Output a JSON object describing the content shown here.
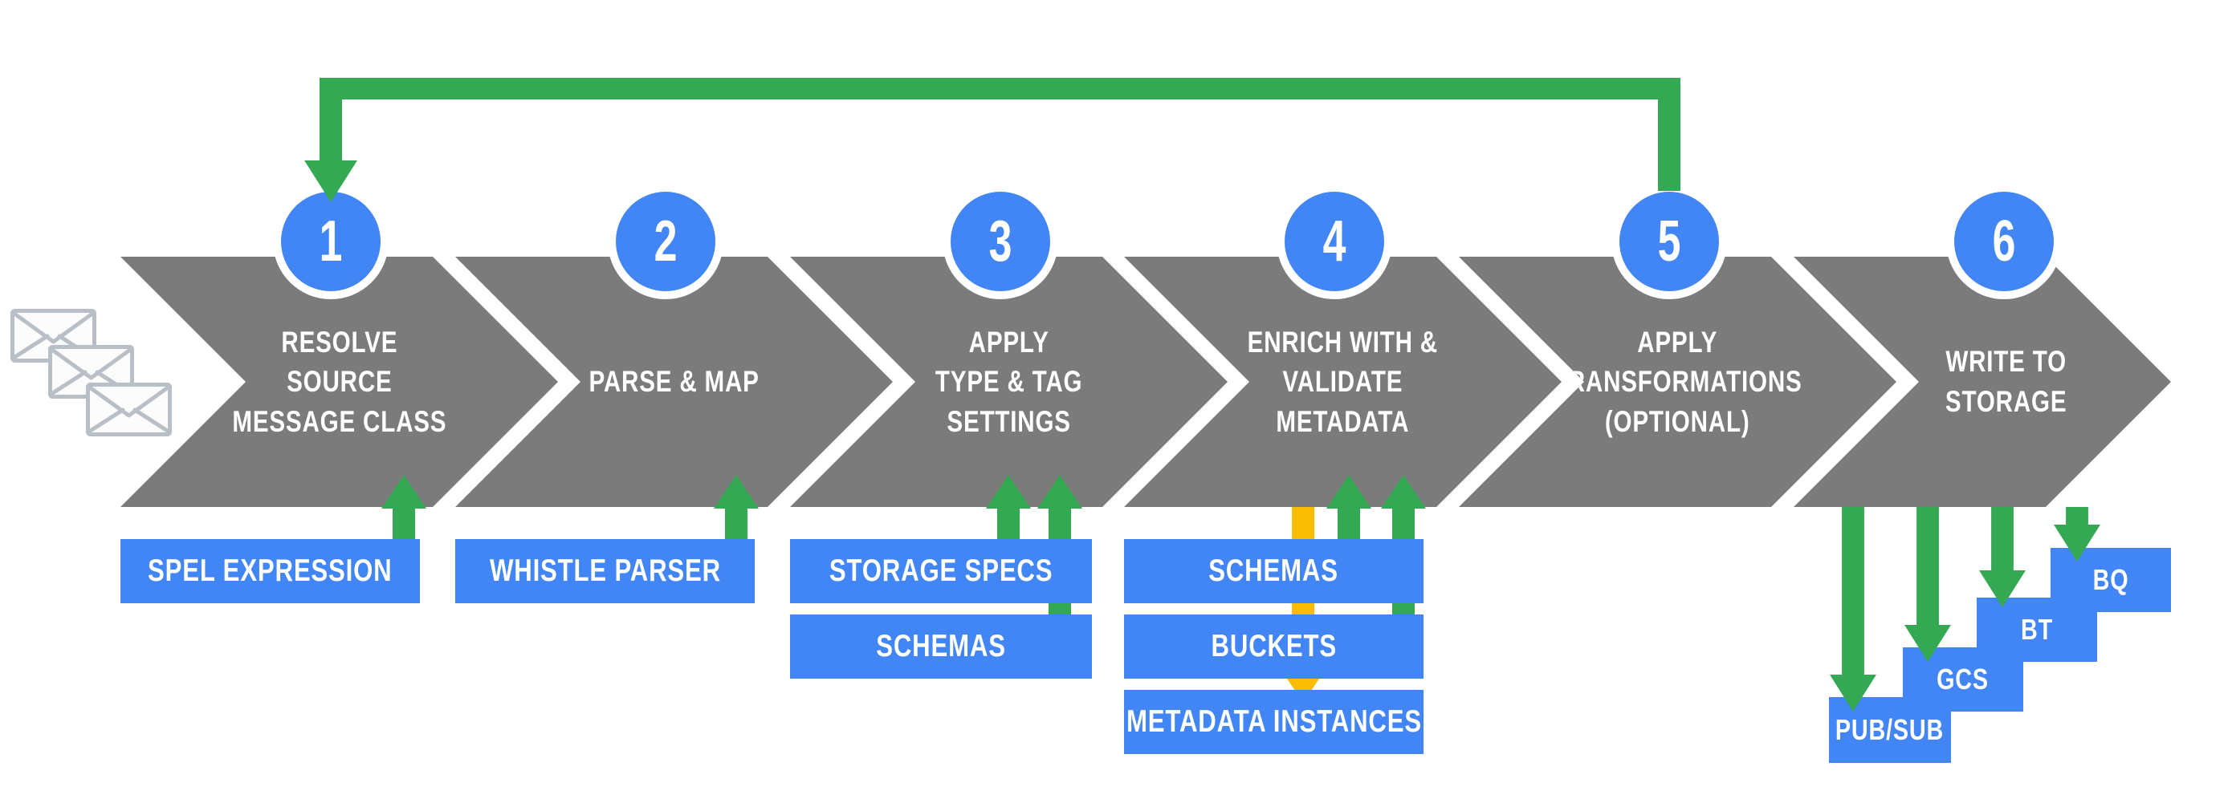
{
  "colors": {
    "gray": "#7b7b7b",
    "blue": "#4285f4",
    "green": "#34a853",
    "yellow": "#fbbc04",
    "env": "#b9bfc7"
  },
  "icons": {
    "messages": "envelopes-stack-icon"
  },
  "steps": [
    {
      "number": "1",
      "title_lines": [
        "RESOLVE",
        "SOURCE",
        "MESSAGE CLASS"
      ],
      "below_boxes": [
        "SPEL EXPRESSION"
      ]
    },
    {
      "number": "2",
      "title_lines": [
        "PARSE & MAP"
      ],
      "below_boxes": [
        "WHISTLE PARSER"
      ]
    },
    {
      "number": "3",
      "title_lines": [
        "APPLY",
        "TYPE & TAG",
        "SETTINGS"
      ],
      "below_boxes": [
        "STORAGE SPECS",
        "SCHEMAS"
      ]
    },
    {
      "number": "4",
      "title_lines": [
        "ENRICH WITH &",
        "VALIDATE",
        "METADATA"
      ],
      "below_boxes": [
        "SCHEMAS",
        "BUCKETS",
        "METADATA INSTANCES"
      ]
    },
    {
      "number": "5",
      "title_lines": [
        "APPLY",
        "TRANSFORMATIONS",
        "(OPTIONAL)"
      ],
      "below_boxes": []
    },
    {
      "number": "6",
      "title_lines": [
        "WRITE TO",
        "STORAGE"
      ],
      "storage_targets": [
        "PUB/SUB",
        "GCS",
        "BT",
        "BQ"
      ]
    }
  ]
}
